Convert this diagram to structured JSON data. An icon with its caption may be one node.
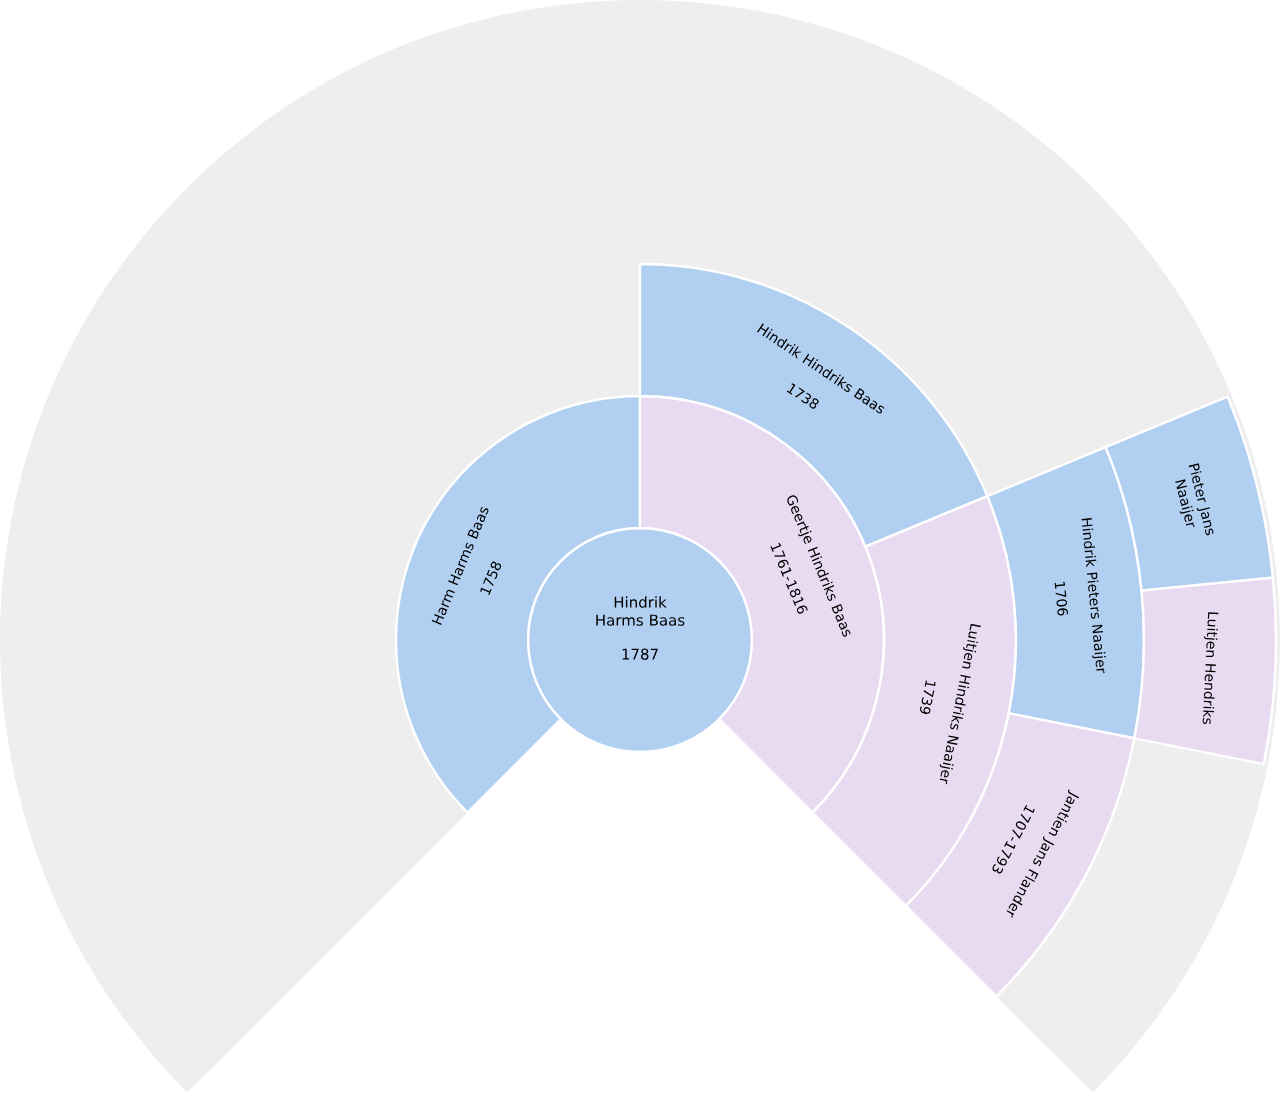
{
  "diagram": {
    "nodes": [
      {
        "text": [
          "Hindrik Harms Baas",
          "1787"
        ]
      },
      {
        "text": [
          "Harm Harms Baas",
          "1758"
        ]
      },
      {
        "text": [
          "Geertje Hindriks Baas",
          "1761-1816"
        ]
      },
      {
        "text": [
          "Hindrik Hindriks Baas",
          "1738"
        ]
      },
      {
        "text": [
          "Luitjen Hindriks Naaijer",
          "1739"
        ]
      },
      {
        "text": [
          "Hindrik Pieters Naaijer",
          "1706"
        ]
      },
      {
        "text": [
          "Jantien Jans Flander",
          "1707-1793"
        ]
      },
      {
        "text": [
          "Pieter Jans Naaijer"
        ]
      },
      {
        "text": [
          "Luitjen Hendriks"
        ]
      }
    ]
  }
}
